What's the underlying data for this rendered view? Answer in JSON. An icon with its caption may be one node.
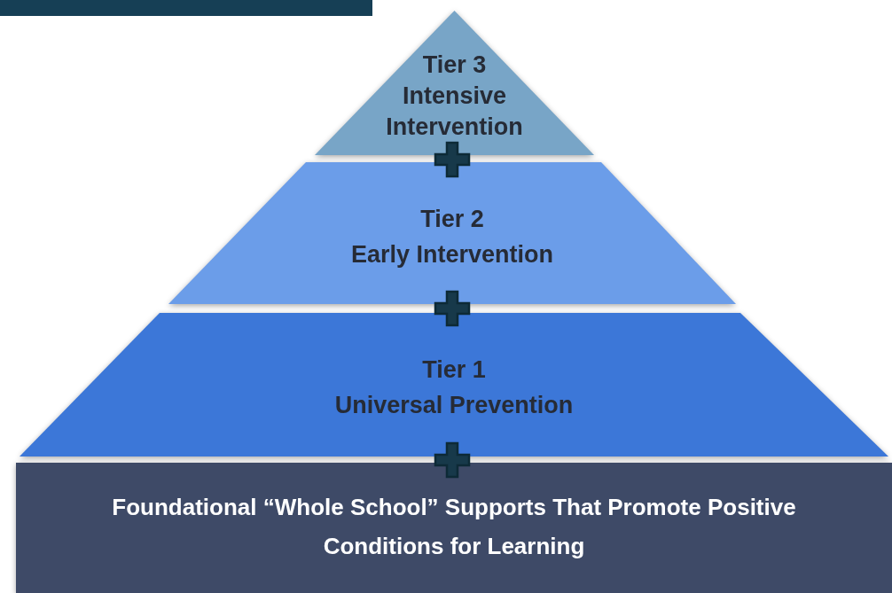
{
  "diagram": {
    "nodes": [
      {
        "text": [
          "Tier 3",
          "Intensive Intervention"
        ]
      },
      {
        "text": [
          "Tier 2",
          "Early Intervention"
        ]
      },
      {
        "text": [
          "Tier 1",
          "Universal Prevention"
        ]
      },
      {
        "text": [
          "Foundational “Whole School” Supports That Promote Positive Conditions for Learning"
        ]
      }
    ]
  }
}
